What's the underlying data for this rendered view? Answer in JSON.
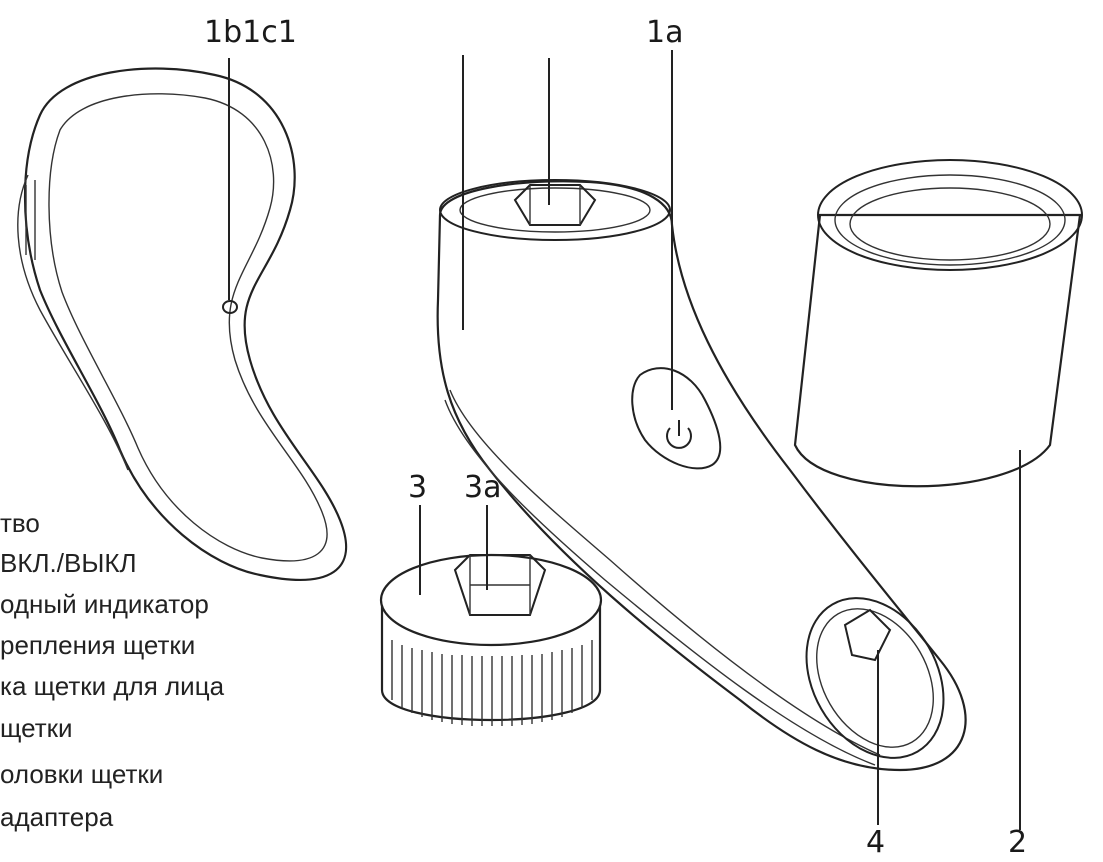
{
  "callouts": {
    "c_1b1c1": "1b1c1",
    "c_1a": "1a",
    "c_3": "3",
    "c_3a": "3a",
    "c_4": "4",
    "c_2": "2"
  },
  "legend": [
    "тво",
    "ВКЛ./ВЫКЛ",
    "одный индикатор",
    "репления щетки",
    "ка щетки для лица",
    " щетки",
    "оловки щетки",
    "адаптера"
  ]
}
